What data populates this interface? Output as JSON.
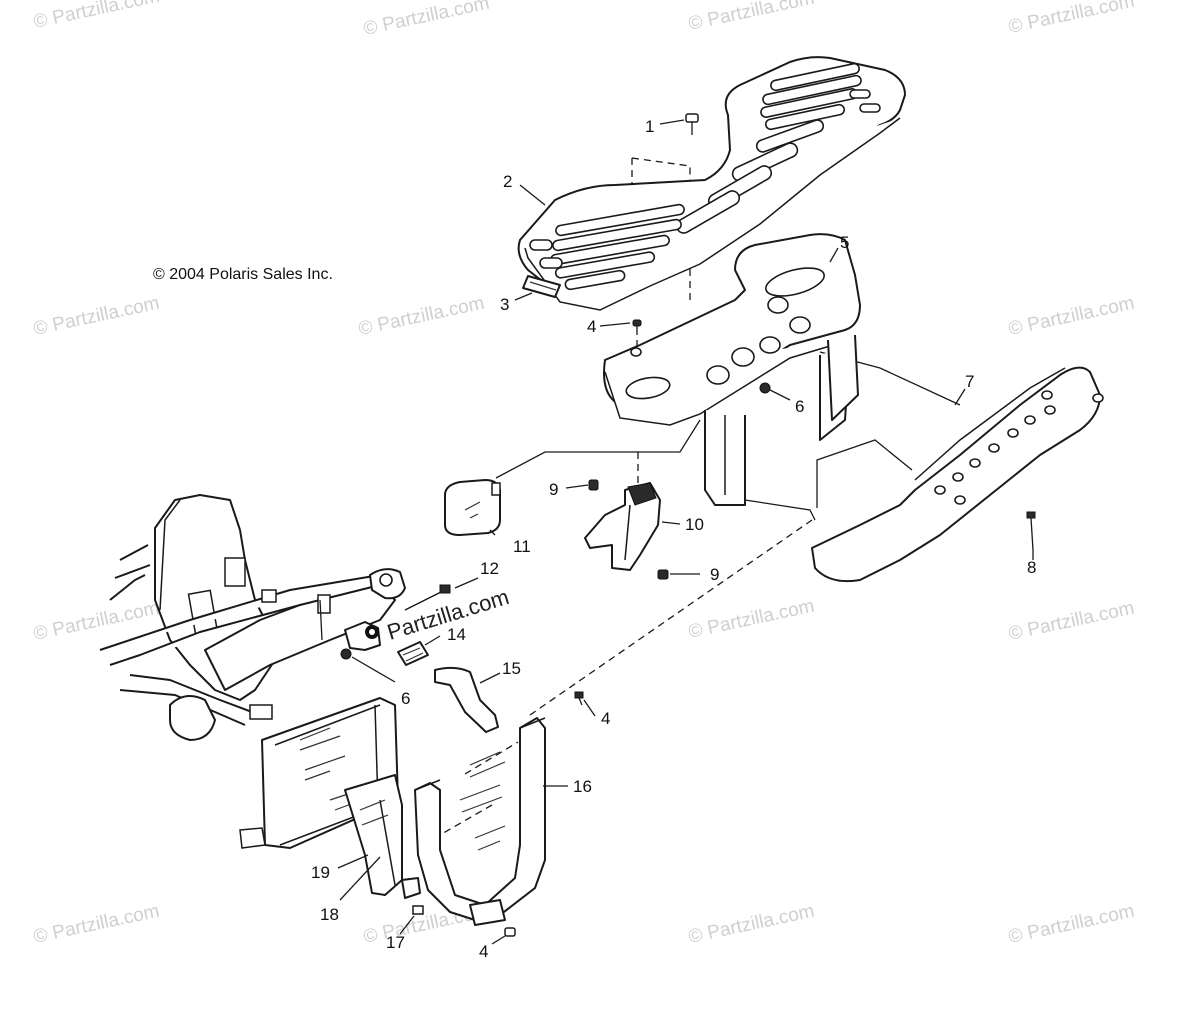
{
  "copyright": "© 2004 Polaris Sales Inc.",
  "watermark": "© Partzilla.com",
  "center_watermark": "Partzilla.com",
  "callouts": [
    "1",
    "2",
    "3",
    "4",
    "5",
    "6",
    "7",
    "8",
    "9",
    "10",
    "11",
    "12",
    "14",
    "15",
    "16",
    "17",
    "18",
    "19"
  ],
  "callout_labels": {
    "c1": "1",
    "c2": "2",
    "c3": "3",
    "c4a": "4",
    "c5": "5",
    "c6a": "6",
    "c7": "7",
    "c8": "8",
    "c9a": "9",
    "c10": "10",
    "c11": "11",
    "c9b": "9",
    "c12": "12",
    "c14": "14",
    "c6b": "6",
    "c15": "15",
    "c4b": "4",
    "c16": "16",
    "c19": "19",
    "c18": "18",
    "c17": "17",
    "c4c": "4"
  }
}
